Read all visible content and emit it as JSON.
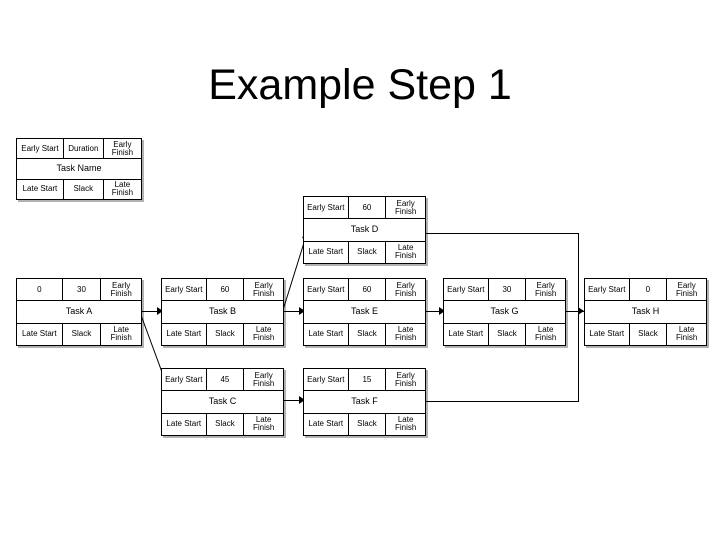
{
  "slide": {
    "title": "Example Step 1",
    "background_color": "#ffffff",
    "line_color": "#000000"
  },
  "legend": {
    "name": "node-template-legend",
    "early_start": "Early Start",
    "duration": "Duration",
    "early_finish": "Early Finish",
    "task_name": "Task Name",
    "late_start": "Late Start",
    "slack": "Slack",
    "late_finish": "Late Finish"
  },
  "labels": {
    "early_start": "Early Start",
    "early_finish": "Early Finish",
    "late_start": "Late Start",
    "slack": "Slack",
    "late_finish": "Late Finish"
  },
  "diagram": {
    "type": "pert-cpm-network",
    "nodes": [
      {
        "id": "A",
        "task_name": "Task A",
        "early_start": "0",
        "duration": "30",
        "early_finish": "Early Finish",
        "late_start": "Late Start",
        "slack": "Slack",
        "late_finish": "Late Finish"
      },
      {
        "id": "B",
        "task_name": "Task B",
        "early_start": "Early Start",
        "duration": "60",
        "early_finish": "Early Finish",
        "late_start": "Late Start",
        "slack": "Slack",
        "late_finish": "Late Finish"
      },
      {
        "id": "C",
        "task_name": "Task C",
        "early_start": "Early Start",
        "duration": "45",
        "early_finish": "Early Finish",
        "late_start": "Late Start",
        "slack": "Slack",
        "late_finish": "Late Finish"
      },
      {
        "id": "D",
        "task_name": "Task D",
        "early_start": "Early Start",
        "duration": "60",
        "early_finish": "Early Finish",
        "late_start": "Late Start",
        "slack": "Slack",
        "late_finish": "Late Finish"
      },
      {
        "id": "E",
        "task_name": "Task E",
        "early_start": "Early Start",
        "duration": "60",
        "early_finish": "Early Finish",
        "late_start": "Late Start",
        "slack": "Slack",
        "late_finish": "Late Finish"
      },
      {
        "id": "F",
        "task_name": "Task F",
        "early_start": "Early Start",
        "duration": "15",
        "early_finish": "Early Finish",
        "late_start": "Late Start",
        "slack": "Slack",
        "late_finish": "Late Finish"
      },
      {
        "id": "G",
        "task_name": "Task G",
        "early_start": "Early Start",
        "duration": "30",
        "early_finish": "Early Finish",
        "late_start": "Late Start",
        "slack": "Slack",
        "late_finish": "Late Finish"
      },
      {
        "id": "H",
        "task_name": "Task H",
        "early_start": "Early Start",
        "duration": "0",
        "early_finish": "Early Finish",
        "late_start": "Late Start",
        "slack": "Slack",
        "late_finish": "Late Finish"
      }
    ],
    "edges": [
      {
        "from": "A",
        "to": "B"
      },
      {
        "from": "A",
        "to": "C"
      },
      {
        "from": "B",
        "to": "D"
      },
      {
        "from": "B",
        "to": "E"
      },
      {
        "from": "C",
        "to": "F"
      },
      {
        "from": "D",
        "to": "H"
      },
      {
        "from": "E",
        "to": "G"
      },
      {
        "from": "F",
        "to": "H"
      },
      {
        "from": "G",
        "to": "H"
      }
    ]
  }
}
